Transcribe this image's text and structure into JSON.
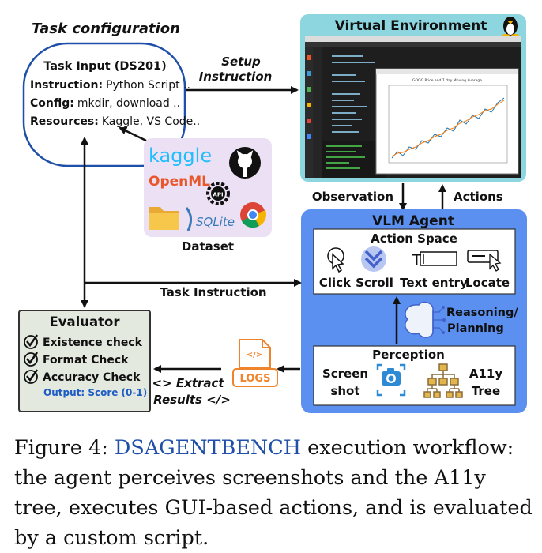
{
  "task_config": {
    "header": "Task configuration",
    "title": "Task Input (DS201)",
    "rows": [
      {
        "label": "Instruction:",
        "value": "Python Script .."
      },
      {
        "label": "Config:",
        "value": "mkdir, download .."
      },
      {
        "label": "Resources:",
        "value": "Kaggle, VS Code.."
      }
    ]
  },
  "dataset": {
    "label": "Dataset",
    "logos": {
      "kaggle": "kaggle",
      "openml": "OpenML",
      "api": "API",
      "sqlite": "SQLite"
    }
  },
  "virtual_env": {
    "title": "Virtual Environment",
    "plot_title": "GOOG Price and 7 day Moving Average"
  },
  "arrows": {
    "setup_line1": "Setup",
    "setup_line2": "Instruction",
    "observation": "Observation",
    "actions": "Actions",
    "task_instruction": "Task Instruction",
    "extract_line1": "<> Extract",
    "extract_line2": "Results </>"
  },
  "vlm_agent": {
    "title": "VLM Agent",
    "action_space": {
      "title": "Action Space",
      "items": [
        "Click",
        "Scroll",
        "Text entry",
        "Locate"
      ]
    },
    "reasoning_line1": "Reasoning/",
    "reasoning_line2": "Planning",
    "perception": {
      "title": "Perception",
      "screenshot_line1": "Screen",
      "screenshot_line2": "shot",
      "a11y_line1": "A11y",
      "a11y_line2": "Tree"
    }
  },
  "evaluator": {
    "title": "Evaluator",
    "checks": [
      "Existence check",
      "Format Check",
      "Accuracy Check"
    ],
    "output": "Output: Score (0-1)"
  },
  "logs_label": "LOGS",
  "caption": {
    "prefix": "Figure 4: ",
    "ds": "DS",
    "agentbench_a": "A",
    "agentbench_rest": "GENT",
    "bench_b": "B",
    "bench_rest": "ENCH",
    "text": " execution workflow: the agent perceives screenshots and the A11y tree, executes GUI-based actions, and is evaluated by a custom script."
  },
  "colors": {
    "agent_blue": "#5b8ff0",
    "env_teal": "#8dd6e0",
    "eval_bg": "#e4e9e0",
    "dataset_bg": "#ece0f4",
    "logs_orange": "#f0842c"
  }
}
